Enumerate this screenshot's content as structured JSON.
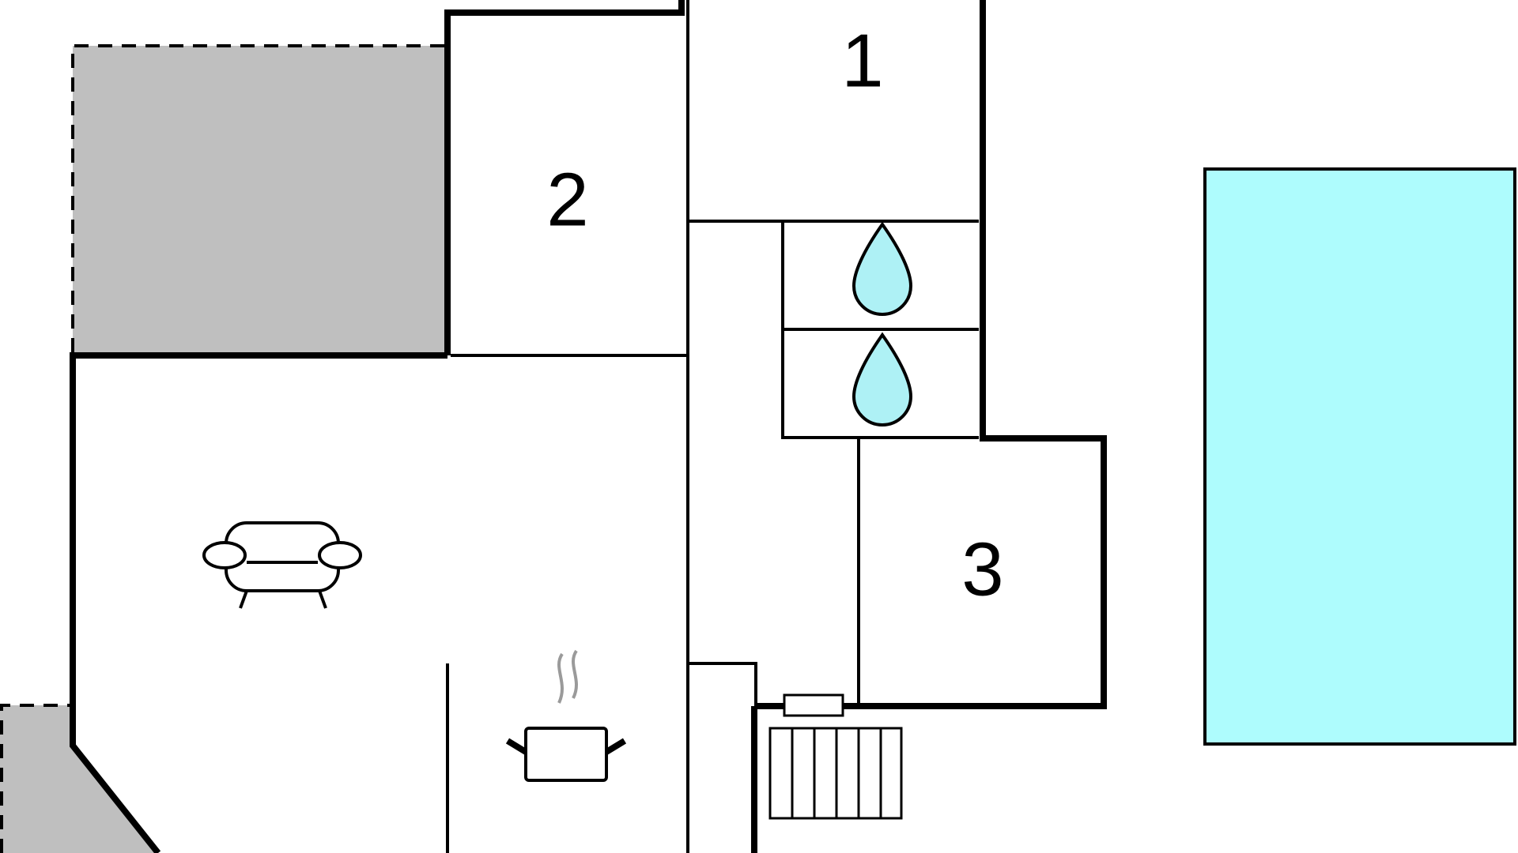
{
  "floorplan": {
    "rooms": [
      {
        "id": "bedroom-1",
        "label": "1"
      },
      {
        "id": "bedroom-2",
        "label": "2"
      },
      {
        "id": "bedroom-3",
        "label": "3"
      }
    ],
    "icons": [
      "water-drop-icon",
      "water-drop-icon",
      "sofa-icon",
      "cooking-pot-icon",
      "stairs-icon",
      "radiator-icon"
    ],
    "colors": {
      "wall": "#000000",
      "terrace": "#bfbfbf",
      "pool": "#aefcfd",
      "water_drop": "#aef1f5",
      "steam": "#9a9a9a"
    }
  }
}
